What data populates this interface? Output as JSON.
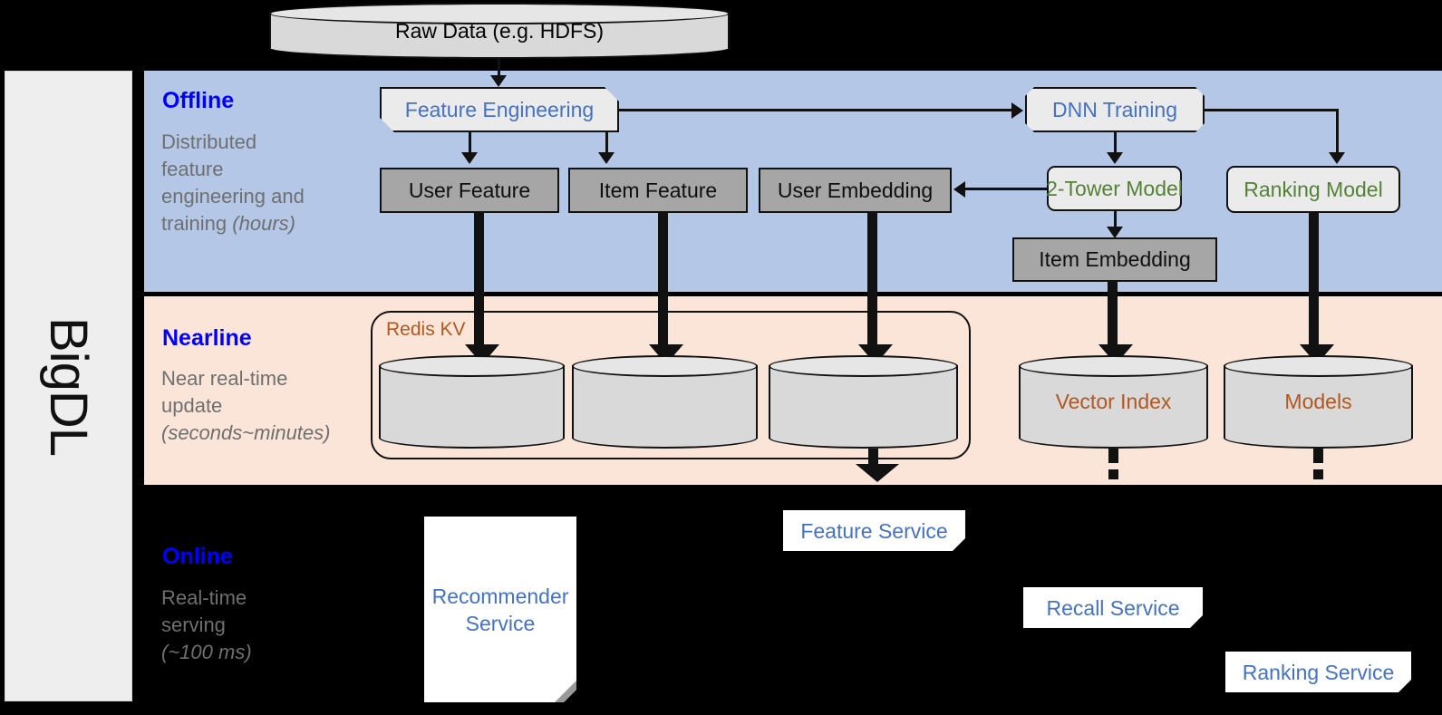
{
  "rail": {
    "label": "BigDL"
  },
  "colors": {
    "offline_band": "#b4c7e7",
    "nearline_band": "#fae5d8",
    "online_band": "#000000",
    "rail": "#eeeeee",
    "blue_text": "#4472c4",
    "green_text": "#548235",
    "brown_text": "#b4571f",
    "band_title": "#0000ff",
    "band_sub": "#6f6f6f",
    "gray_box": "#a6a6a6",
    "process_box": "#ebebeb",
    "cylinder": "#d9d9d9"
  },
  "source": {
    "raw_data_label": "Raw Data (e.g. HDFS)"
  },
  "bands": {
    "offline": {
      "title": "Offline",
      "subtitle_line1": "Distributed",
      "subtitle_line2": "feature",
      "subtitle_line3": "engineering and",
      "subtitle_line4": "training ",
      "subtitle_italic": "(hours)"
    },
    "nearline": {
      "title": "Nearline",
      "subtitle_line1": "Near real-time",
      "subtitle_line2": "update",
      "subtitle_italic": "(seconds~minutes)"
    },
    "online": {
      "title": "Online",
      "subtitle_line1": "Real-time",
      "subtitle_line2": "serving",
      "subtitle_italic": "(~100 ms)"
    }
  },
  "offline": {
    "feature_engineering": "Feature Engineering",
    "dnn_training": "DNN Training",
    "user_feature": "User Feature",
    "item_feature": "Item Feature",
    "user_embedding": "User Embedding",
    "two_tower_model": "2-Tower Model",
    "ranking_model": "Ranking Model",
    "item_embedding": "Item Embedding"
  },
  "nearline": {
    "redis_group_label": "Redis KV",
    "store_user_feature": "",
    "store_item_feature": "",
    "store_user_embedding": "",
    "vector_index": "Vector Index",
    "models": "Models"
  },
  "online": {
    "recommender_service_line1": "Recommender",
    "recommender_service_line2": "Service",
    "feature_service": "Feature Service",
    "recall_service": "Recall Service",
    "ranking_service": "Ranking Service"
  }
}
